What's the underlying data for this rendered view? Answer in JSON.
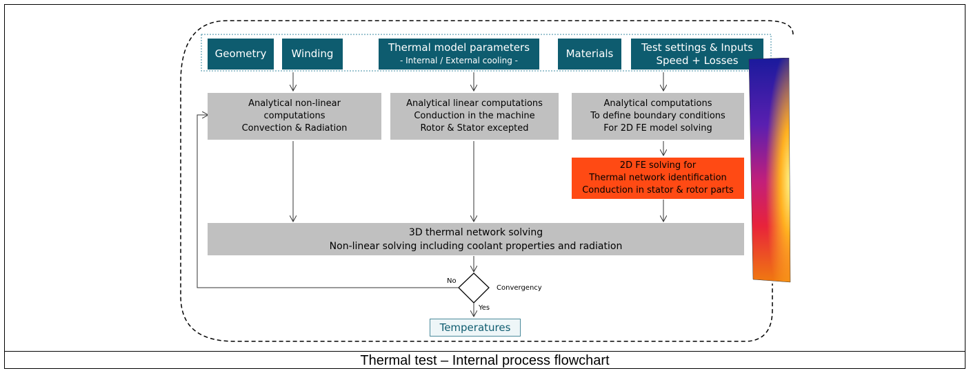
{
  "inputs": {
    "geometry": "Geometry",
    "winding": "Winding",
    "thermal_params_line1": "Thermal model parameters",
    "thermal_params_line2": "- Internal / External cooling -",
    "materials": "Materials",
    "test_settings_line1": "Test settings & Inputs",
    "test_settings_line2": "Speed + Losses"
  },
  "computations": {
    "nonlinear": [
      "Analytical non-linear",
      "computations",
      "Convection & Radiation"
    ],
    "linear": [
      "Analytical linear computations",
      "Conduction in the machine",
      "Rotor & Stator excepted"
    ],
    "boundary": [
      "Analytical computations",
      "To define boundary conditions",
      "For 2D FE model solving"
    ]
  },
  "fe_solving": [
    "2D FE solving for",
    "Thermal network identification",
    "Conduction in stator & rotor parts"
  ],
  "network_solving": [
    "3D thermal network solving",
    "Non-linear solving including coolant properties and radiation"
  ],
  "decision": {
    "label": "Convergency",
    "no": "No",
    "yes": "Yes"
  },
  "output": "Temperatures",
  "caption": "Thermal test – Internal process flowchart",
  "colors": {
    "teal": "#0e5c6f",
    "grey": "#c0c0c0",
    "orange": "#ff4a14"
  }
}
